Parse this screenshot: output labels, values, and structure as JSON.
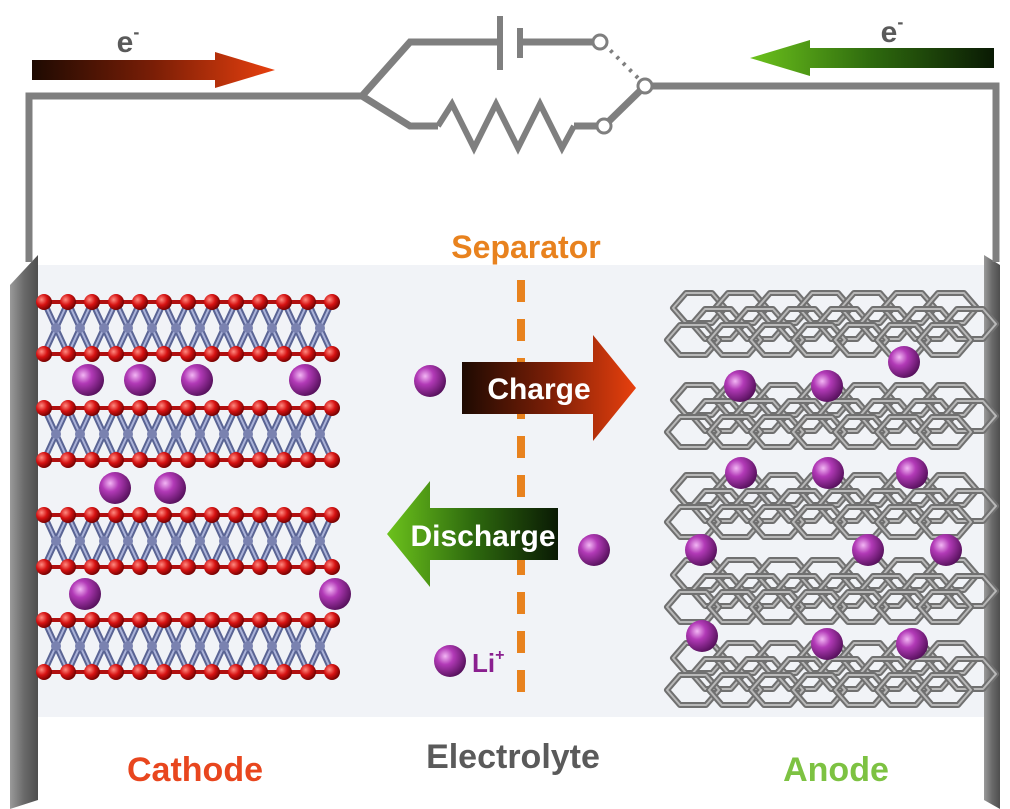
{
  "labels": {
    "electron_left": "e",
    "electron_right": "e",
    "electron_sup": "-",
    "separator": "Separator",
    "charge": "Charge",
    "discharge": "Discharge",
    "li_ion": "Li",
    "li_sup": "+",
    "cathode": "Cathode",
    "electrolyte": "Electrolyte",
    "anode": "Anode"
  },
  "colors": {
    "separator": "#e8821e",
    "cathode": "#e8461e",
    "anode": "#7dc242",
    "electrolyte": "#5a5a5a",
    "li_ion": "#8a1f8f",
    "wire": "#7f7f7f",
    "electrolyte_bg": "#f1f3f7"
  },
  "icons": {
    "battery_symbol": "battery-icon",
    "resistor_symbol": "resistor-icon",
    "switch_symbol": "switch-icon"
  }
}
